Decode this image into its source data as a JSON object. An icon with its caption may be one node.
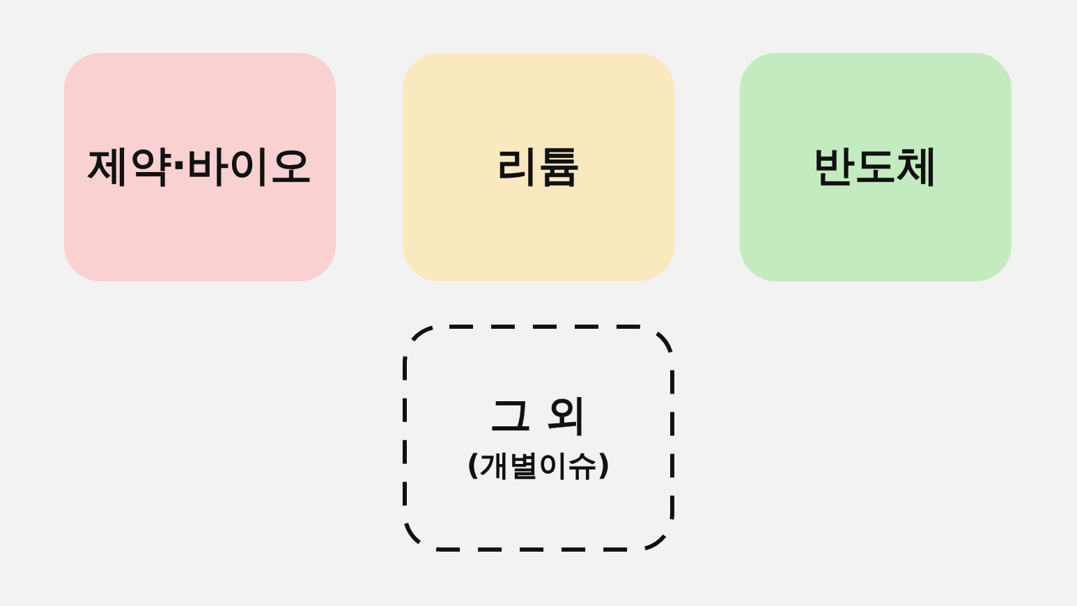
{
  "diagram": {
    "nodes": [
      {
        "text": [
          "제약·바이오"
        ]
      },
      {
        "text": [
          "리튬"
        ]
      },
      {
        "text": [
          "반도체"
        ]
      },
      {
        "text": [
          "그 외",
          "(개별이슈)"
        ]
      }
    ]
  }
}
